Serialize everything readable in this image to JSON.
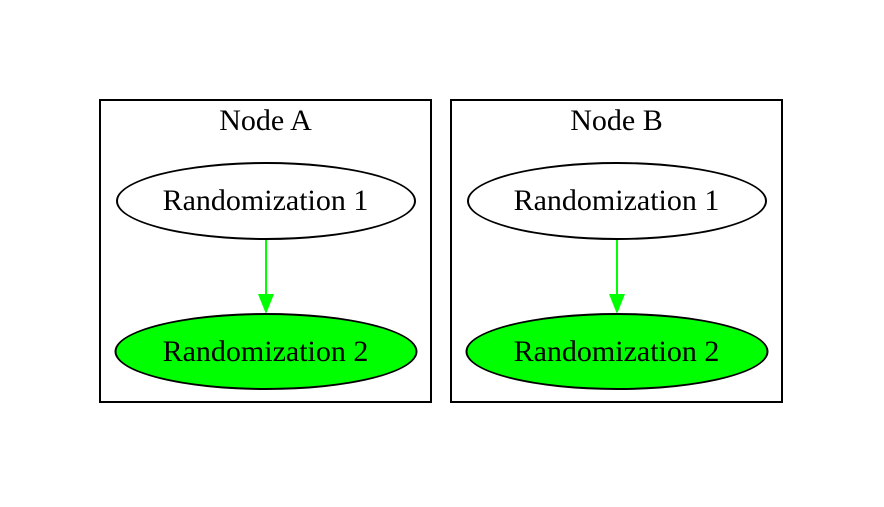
{
  "diagram": {
    "type": "graphviz-cluster-digraph",
    "background_color": "#ffffff",
    "colors": {
      "cluster_border": "#000000",
      "node_border": "#000000",
      "text": "#000000",
      "highlight_green": "#00ff00",
      "node_default_fill": "#ffffff"
    },
    "clusters": [
      {
        "title": "Node A",
        "nodes": [
          {
            "label": "Randomization 1",
            "fill_color": "#ffffff"
          },
          {
            "label": "Randomization 2",
            "fill_color": "#00ff00"
          }
        ],
        "edge": {
          "from": "Randomization 1",
          "to": "Randomization 2",
          "color": "#00ff00",
          "direction": "down"
        }
      },
      {
        "title": "Node B",
        "nodes": [
          {
            "label": "Randomization 1",
            "fill_color": "#ffffff"
          },
          {
            "label": "Randomization 2",
            "fill_color": "#00ff00"
          }
        ],
        "edge": {
          "from": "Randomization 1",
          "to": "Randomization 2",
          "color": "#00ff00",
          "direction": "down"
        }
      }
    ]
  }
}
